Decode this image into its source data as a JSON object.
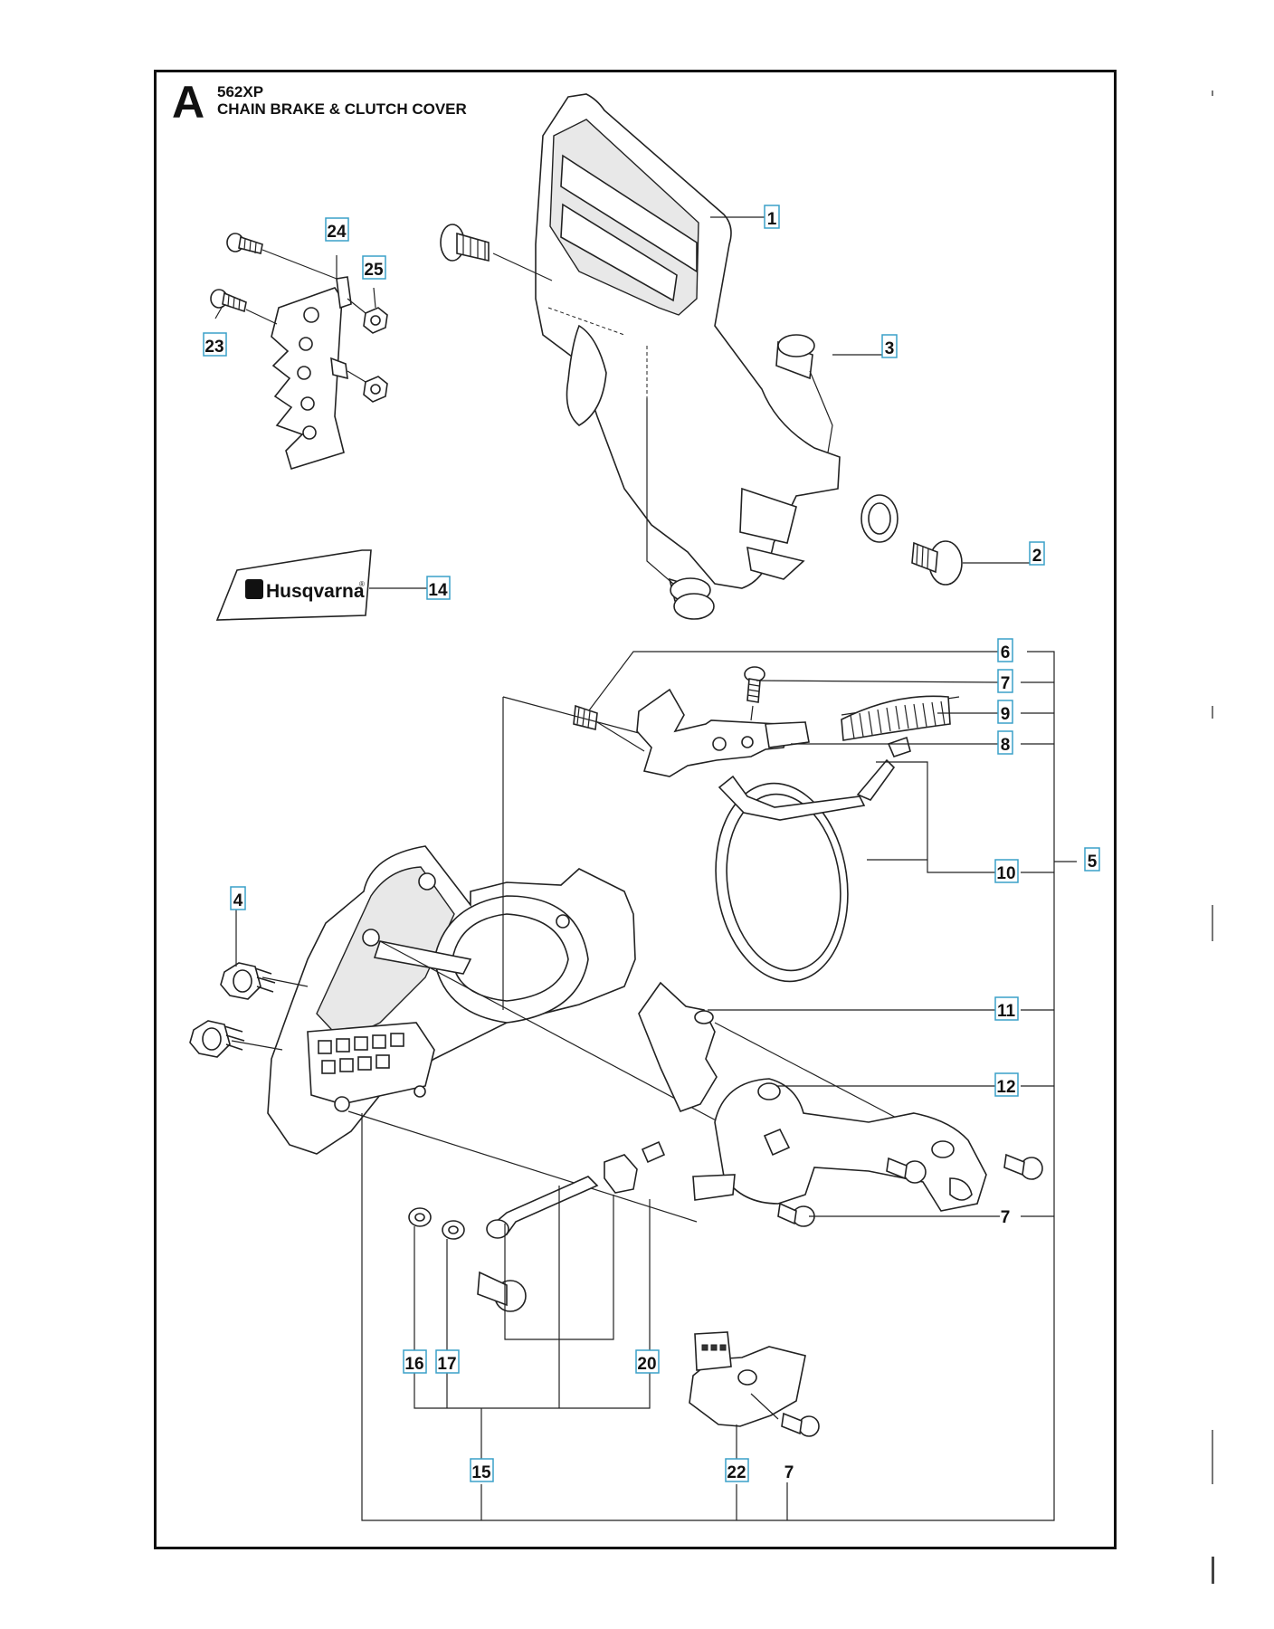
{
  "sheet": {
    "letter": "A",
    "model": "562XP",
    "title": "CHAIN BRAKE & CLUTCH COVER"
  },
  "decal": {
    "brand": "Husqvarna",
    "mark": "®"
  },
  "callouts": {
    "c1": "1",
    "c2": "2",
    "c3": "3",
    "c4": "4",
    "c5": "5",
    "c6": "6",
    "c7a": "7",
    "c7b": "7",
    "c7c": "7",
    "c8": "8",
    "c9": "9",
    "c10": "10",
    "c11": "11",
    "c12": "12",
    "c14": "14",
    "c15": "15",
    "c16": "16",
    "c17": "17",
    "c20": "20",
    "c22": "22",
    "c23": "23",
    "c24": "24",
    "c25": "25"
  },
  "colors": {
    "callout_border": "#3aa0c8",
    "line": "#222222",
    "frame": "#111111"
  }
}
